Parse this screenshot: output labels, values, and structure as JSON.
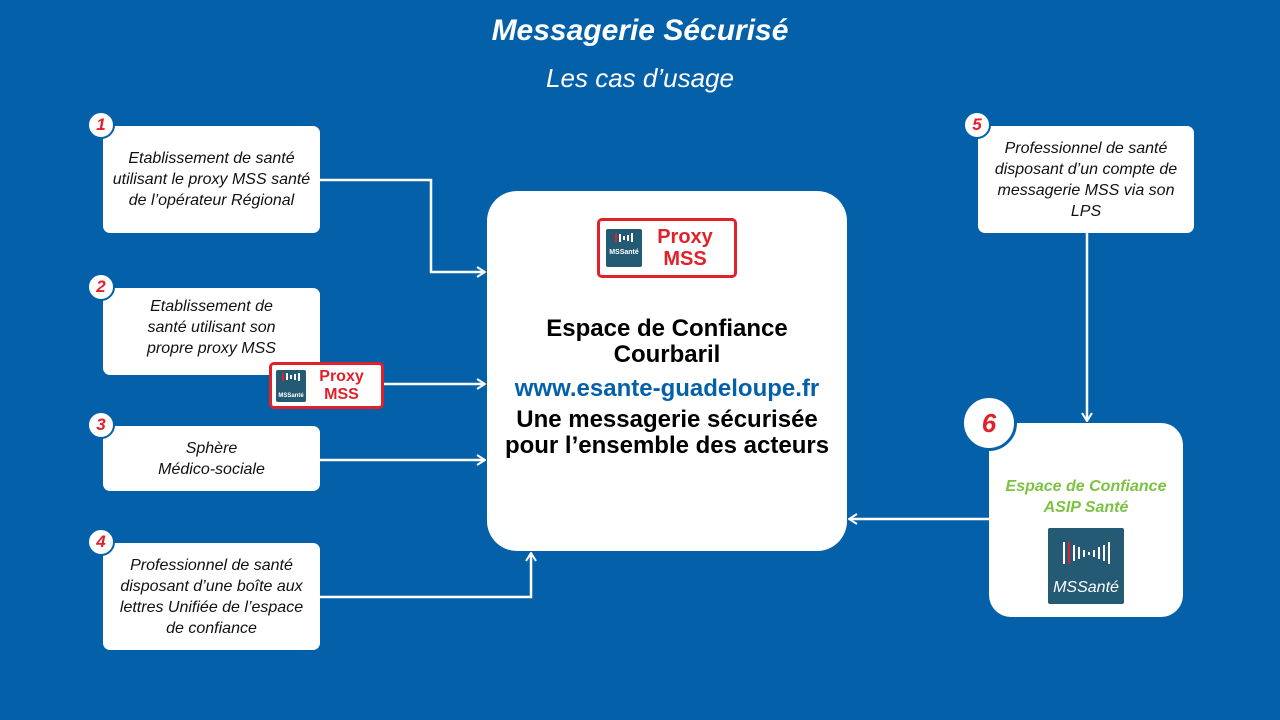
{
  "title": "Messagerie Sécurisé",
  "subtitle": "Les cas d’usage",
  "cases": [
    {
      "num": "1",
      "text": "Etablissement de santé utilisant le proxy MSS santé de l’opérateur Régional"
    },
    {
      "num": "2",
      "text": "Etablissement de santé utilisant son propre proxy MSS"
    },
    {
      "num": "3",
      "text": "Sphère Médico-sociale"
    },
    {
      "num": "4",
      "text": "Professionnel de santé disposant d’une boîte aux lettres Unifiée de l’espace de confiance"
    },
    {
      "num": "5",
      "text": "Professionnel de santé disposant d’un compte de messagerie MSS via son LPS"
    },
    {
      "num": "6",
      "text": "Espace de Confiance ASIP Santé"
    }
  ],
  "proxy": {
    "line1": "Proxy",
    "line2": "MSS",
    "logo": "MSSanté"
  },
  "center": {
    "title": "Espace de Confiance Courbaril",
    "url": "www.esante-guadeloupe.fr",
    "desc": "Une messagerie sécurisée pour l’ensemble des acteurs"
  },
  "logo_text": "MSSanté",
  "colors": {
    "background": "#0560aa",
    "accent_red": "#e2202a",
    "green": "#7cc242",
    "url_blue": "#0560aa"
  }
}
